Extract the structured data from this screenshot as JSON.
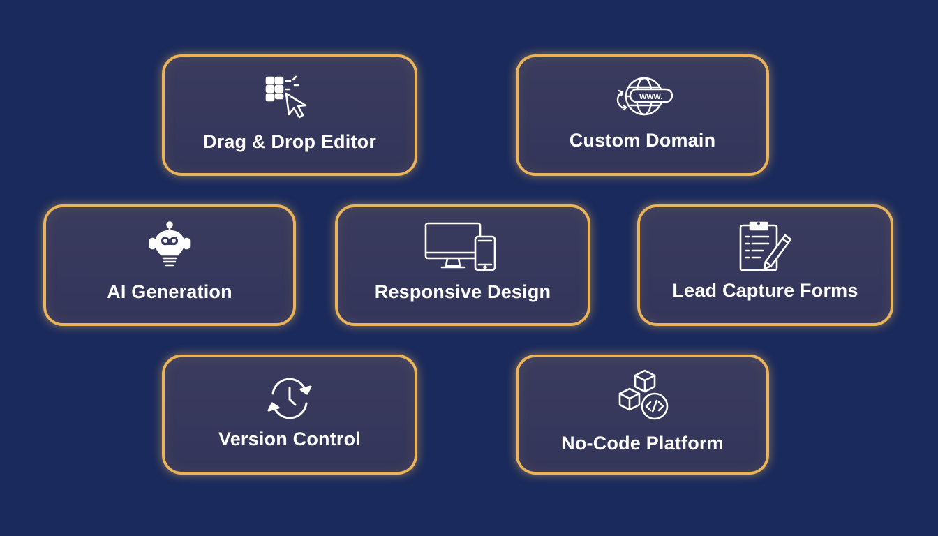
{
  "colors": {
    "background": "#1a2a5c",
    "card_border": "#e9b45a",
    "card_fill": "#36385c",
    "text": "#ffffff"
  },
  "cards": [
    {
      "id": "drag-drop-editor",
      "label": "Drag & Drop Editor",
      "icon": "grid-cursor-icon"
    },
    {
      "id": "custom-domain",
      "label": "Custom Domain",
      "icon": "globe-www-icon"
    },
    {
      "id": "ai-generation",
      "label": "AI Generation",
      "icon": "robot-lightbulb-icon"
    },
    {
      "id": "responsive-design",
      "label": "Responsive Design",
      "icon": "monitor-phone-icon"
    },
    {
      "id": "lead-capture-forms",
      "label": "Lead Capture Forms",
      "icon": "clipboard-pen-icon"
    },
    {
      "id": "version-control",
      "label": "Version Control",
      "icon": "clock-refresh-icon"
    },
    {
      "id": "no-code-platform",
      "label": "No-Code Platform",
      "icon": "blocks-code-icon"
    }
  ]
}
